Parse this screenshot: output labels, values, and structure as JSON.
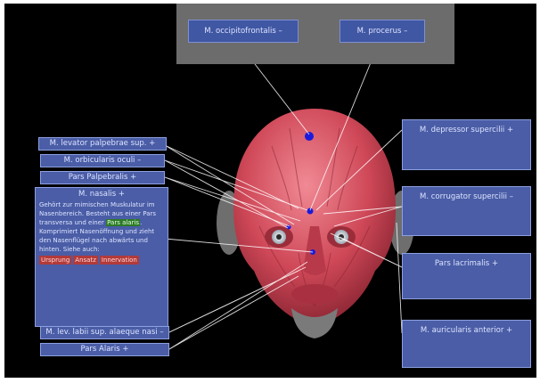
{
  "labels": {
    "occipitofrontalis": "M. occipitofrontalis –",
    "procerus": "M. procerus –",
    "levator_palpebrae": "M. levator palpebrae sup. +",
    "orbicularis_oculi": "M. orbicularis oculi –",
    "pars_palpebralis": "Pars Palpebralis +",
    "depressor_supercilii": "M. depressor supercilii +",
    "corrugator_supercilii": "M. corrugator supercilii –",
    "pars_lacrimalis": "Pars lacrimalis +",
    "auricularis_anterior": "M. auricularis anterior +",
    "levator_labii": "M. lev. labii sup. alaeque nasi –",
    "pars_alaris": "Pars Alaris +"
  },
  "nasalis": {
    "title": "M. nasalis +",
    "desc_before": "Gehört zur mimischen Muskulatur im Nasenbereich. Besteht aus einer Pars transversa und einer ",
    "highlight": "Pars alaris",
    "desc_after": ". Komprimiert Nasenöffnung und zieht den Nasenflügel nach abwärts und hinten. Siehe auch:",
    "links": [
      "Ursprung",
      "Ansatz",
      "Innervation"
    ]
  },
  "colors": {
    "label_bg": "#4a5da6",
    "top_strip": "#6c6c6c",
    "highlight_green": "#2d7a28",
    "link_red": "#b23a3a",
    "muscle": "#d8505e",
    "marker": "#1a1adc"
  }
}
